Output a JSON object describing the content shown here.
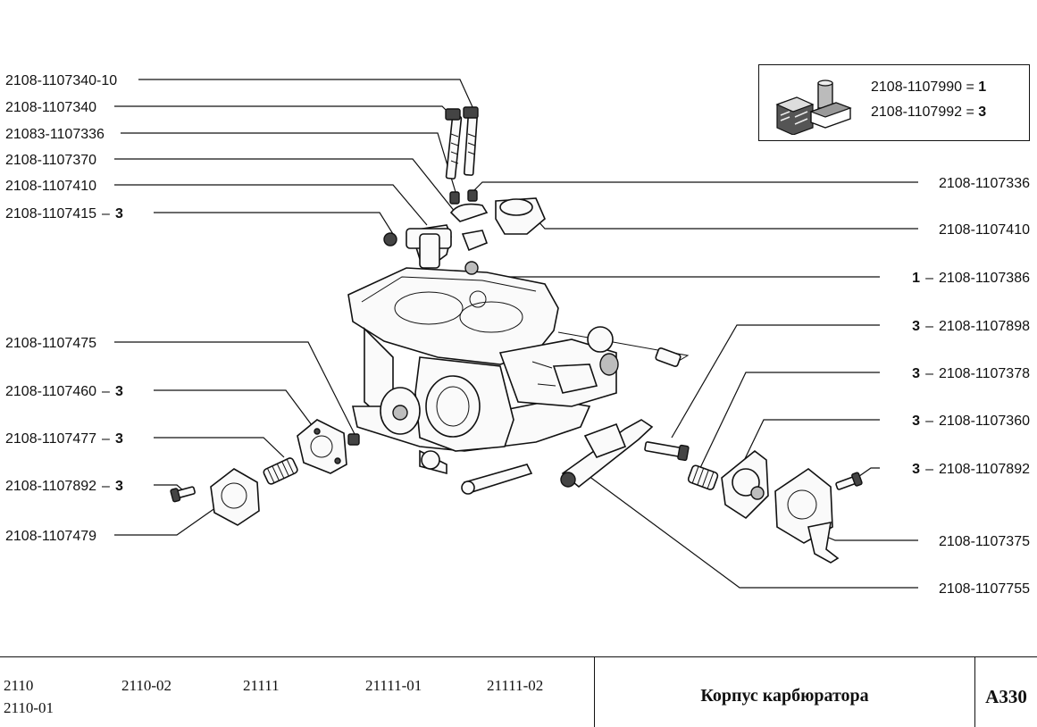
{
  "callouts_left": [
    {
      "part": "2108-1107340-10",
      "qty": ""
    },
    {
      "part": "2108-1107340",
      "qty": ""
    },
    {
      "part": "21083-1107336",
      "qty": ""
    },
    {
      "part": "2108-1107370",
      "qty": ""
    },
    {
      "part": "2108-1107410",
      "qty": ""
    },
    {
      "part": "2108-1107415",
      "qty": "3"
    },
    {
      "part": "2108-1107475",
      "qty": ""
    },
    {
      "part": "2108-1107460",
      "qty": "3"
    },
    {
      "part": "2108-1107477",
      "qty": "3"
    },
    {
      "part": "2108-1107892",
      "qty": "3"
    },
    {
      "part": "2108-1107479",
      "qty": ""
    }
  ],
  "callouts_right": [
    {
      "part": "2108-1107336",
      "qty": ""
    },
    {
      "part": "2108-1107410",
      "qty": ""
    },
    {
      "part": "2108-1107386",
      "qty": "1"
    },
    {
      "part": "2108-1107898",
      "qty": "3"
    },
    {
      "part": "2108-1107378",
      "qty": "3"
    },
    {
      "part": "2108-1107360",
      "qty": "3"
    },
    {
      "part": "2108-1107892",
      "qty": "3"
    },
    {
      "part": "2108-1107375",
      "qty": ""
    },
    {
      "part": "2108-1107755",
      "qty": ""
    }
  ],
  "kit": [
    {
      "part": "2108-1107990",
      "qty": "1"
    },
    {
      "part": "2108-1107992",
      "qty": "3"
    }
  ],
  "models": [
    "2110",
    "2110-01",
    "2110-02",
    "21111",
    "21111-01",
    "21111-02"
  ],
  "page_title": "Корпус карбюратора",
  "page_code": "A330",
  "dash": "–"
}
